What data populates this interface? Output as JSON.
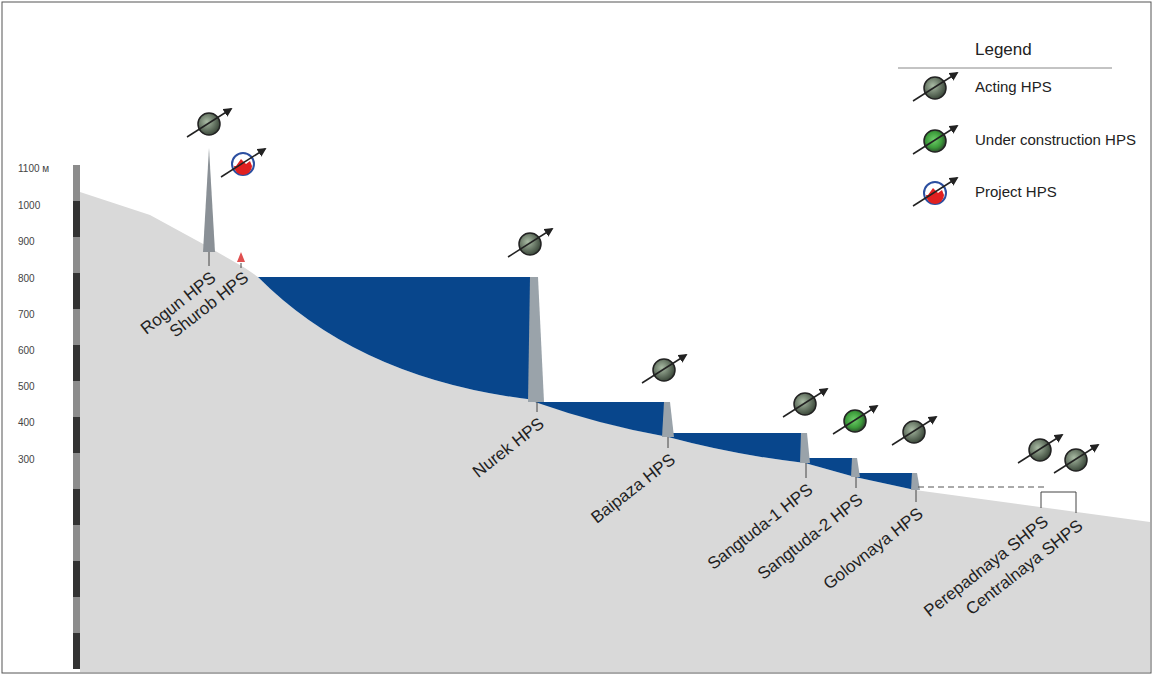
{
  "diagram": {
    "labels": [
      "Legend",
      "1100 м",
      "1000",
      "900",
      "800",
      "700",
      "600",
      "500",
      "400",
      "300",
      "Rogun HPS",
      "Shurob HPS",
      "Nurek HPS",
      "Baipaza HPS",
      "Sangtuda-1 HPS",
      "Sangtuda-2 HPS",
      "Golovnaya HPS",
      "Perepadnaya SHPS",
      "Centralnaya SHPS"
    ],
    "legend": [
      {
        "text": "Acting HPS"
      },
      {
        "text": "Under construction HPS"
      },
      {
        "text": "Project HPS"
      }
    ]
  }
}
